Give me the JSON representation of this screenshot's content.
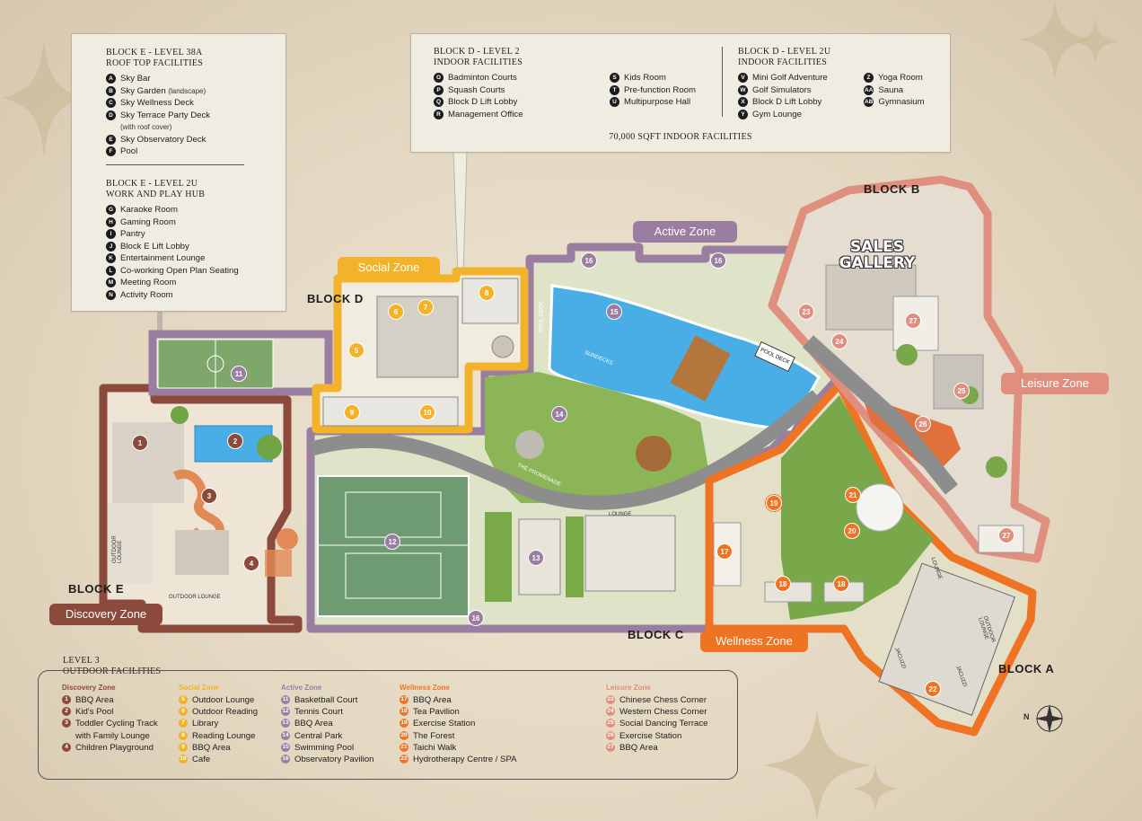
{
  "panel_e": {
    "title1": "BLOCK E - LEVEL 38A",
    "title2": "ROOF TOP FACILITIES",
    "items": [
      {
        "code": "A",
        "label": "Sky Bar"
      },
      {
        "code": "B",
        "label": "Sky Garden",
        "note": "(landscape)"
      },
      {
        "code": "C",
        "label": "Sky Wellness Deck"
      },
      {
        "code": "D",
        "label": "Sky Terrace Party Deck",
        "note": "(with roof cover)"
      },
      {
        "code": "E",
        "label": "Sky Observatory Deck"
      },
      {
        "code": "F",
        "label": "Pool"
      }
    ],
    "title3": "BLOCK E - LEVEL 2U",
    "title4": "WORK AND PLAY HUB",
    "items2": [
      {
        "code": "G",
        "label": "Karaoke Room"
      },
      {
        "code": "H",
        "label": "Gaming Room"
      },
      {
        "code": "I",
        "label": "Pantry"
      },
      {
        "code": "J",
        "label": "Block E Lift Lobby"
      },
      {
        "code": "K",
        "label": "Entertainment Lounge"
      },
      {
        "code": "L",
        "label": "Co-working Open Plan Seating"
      },
      {
        "code": "M",
        "label": "Meeting Room"
      },
      {
        "code": "N",
        "label": "Activity Room"
      }
    ]
  },
  "panel_d": {
    "title1": "BLOCK D - LEVEL 2",
    "title2": "INDOOR FACILITIES",
    "col1": [
      {
        "code": "O",
        "label": "Badminton Courts"
      },
      {
        "code": "P",
        "label": "Squash Courts"
      },
      {
        "code": "Q",
        "label": "Block D Lift Lobby"
      },
      {
        "code": "R",
        "label": "Management Office"
      }
    ],
    "col2": [
      {
        "code": "S",
        "label": "Kids Room"
      },
      {
        "code": "T",
        "label": "Pre-function Room"
      },
      {
        "code": "U",
        "label": "Multipurpose Hall"
      }
    ],
    "title3": "BLOCK D - LEVEL 2U",
    "title4": "INDOOR FACILITIES",
    "col3": [
      {
        "code": "V",
        "label": "Mini Golf Adventure"
      },
      {
        "code": "W",
        "label": "Golf Simulators"
      },
      {
        "code": "X",
        "label": "Block D Lift Lobby"
      },
      {
        "code": "Y",
        "label": "Gym Lounge"
      }
    ],
    "col4": [
      {
        "code": "Z",
        "label": "Yoga Room"
      },
      {
        "code": "AA",
        "label": "Sauna"
      },
      {
        "code": "AB",
        "label": "Gymnasium"
      }
    ],
    "footer": "70,000 SQFT INDOOR FACILITIES"
  },
  "zones": {
    "social": "Social Zone",
    "active": "Active Zone",
    "leisure": "Leisure Zone",
    "discovery": "Discovery Zone",
    "wellness": "Wellness Zone"
  },
  "blocks": {
    "a": "BLOCK A",
    "b": "BLOCK B",
    "c": "BLOCK C",
    "d": "BLOCK D",
    "e": "BLOCK E"
  },
  "sales": {
    "line1": "SALES",
    "line2": "GALLERY"
  },
  "map_labels": {
    "promenade": "THE PROMENADE",
    "pool_deck": "POOL DECK",
    "pool_deck_side": "POOL DECK",
    "sundecks": "SUNDECKS",
    "lounge_c": "LOUNGE",
    "lounge_a": "LOUNGE",
    "outdoor_lounge_a": "OUTDOOR LOUNGE",
    "outdoor_lounge_e1": "OUTDOOR LOUNGE",
    "outdoor_lounge_e2": "OUTDOOR LOUNGE",
    "jacuzzi1": "JACUZZI",
    "jacuzzi2": "JACUZZI"
  },
  "markers": [
    {
      "n": "1",
      "zone": "discovery"
    },
    {
      "n": "2",
      "zone": "discovery"
    },
    {
      "n": "3",
      "zone": "discovery"
    },
    {
      "n": "4",
      "zone": "discovery"
    },
    {
      "n": "5",
      "zone": "social"
    },
    {
      "n": "6",
      "zone": "social"
    },
    {
      "n": "7",
      "zone": "social"
    },
    {
      "n": "8",
      "zone": "social"
    },
    {
      "n": "9",
      "zone": "social"
    },
    {
      "n": "10",
      "zone": "social"
    },
    {
      "n": "11",
      "zone": "active"
    },
    {
      "n": "12",
      "zone": "active"
    },
    {
      "n": "13",
      "zone": "active"
    },
    {
      "n": "14",
      "zone": "active"
    },
    {
      "n": "15",
      "zone": "active"
    },
    {
      "n": "16",
      "zone": "active"
    },
    {
      "n": "16",
      "zone": "active"
    },
    {
      "n": "16",
      "zone": "active"
    },
    {
      "n": "17",
      "zone": "wellness"
    },
    {
      "n": "18",
      "zone": "wellness"
    },
    {
      "n": "18",
      "zone": "wellness"
    },
    {
      "n": "19",
      "zone": "wellness"
    },
    {
      "n": "20",
      "zone": "wellness"
    },
    {
      "n": "21",
      "zone": "wellness"
    },
    {
      "n": "22",
      "zone": "wellness"
    },
    {
      "n": "23",
      "zone": "leisure"
    },
    {
      "n": "24",
      "zone": "leisure"
    },
    {
      "n": "25",
      "zone": "leisure"
    },
    {
      "n": "26",
      "zone": "leisure"
    },
    {
      "n": "27",
      "zone": "leisure"
    },
    {
      "n": "27",
      "zone": "leisure"
    }
  ],
  "legend": {
    "title1": "LEVEL 3",
    "title2": "OUTDOOR FACILITIES",
    "groups": [
      {
        "name": "Discovery Zone",
        "color": "#8b4a3b",
        "items": [
          {
            "n": "1",
            "label": "BBQ Area"
          },
          {
            "n": "2",
            "label": "Kid's Pool"
          },
          {
            "n": "3",
            "label": "Toddler Cycling Track with Family Lounge"
          },
          {
            "n": "4",
            "label": "Children Playground"
          }
        ]
      },
      {
        "name": "Social Zone",
        "color": "#f2b32a",
        "items": [
          {
            "n": "5",
            "label": "Outdoor Lounge"
          },
          {
            "n": "6",
            "label": "Outdoor Reading"
          },
          {
            "n": "7",
            "label": "Library"
          },
          {
            "n": "8",
            "label": "Reading Lounge"
          },
          {
            "n": "9",
            "label": "BBQ Area"
          },
          {
            "n": "10",
            "label": "Cafe"
          }
        ]
      },
      {
        "name": "Active Zone",
        "color": "#9a7ea1",
        "items": [
          {
            "n": "11",
            "label": "Basketball Court"
          },
          {
            "n": "12",
            "label": "Tennis Court"
          },
          {
            "n": "13",
            "label": "BBQ Area"
          },
          {
            "n": "14",
            "label": "Central Park"
          },
          {
            "n": "15",
            "label": "Swimming Pool"
          },
          {
            "n": "16",
            "label": "Observatory Pavilion"
          }
        ]
      },
      {
        "name": "Wellness  Zone",
        "color": "#ee7424",
        "items": [
          {
            "n": "17",
            "label": "BBQ Area"
          },
          {
            "n": "18",
            "label": "Tea Pavilion"
          },
          {
            "n": "19",
            "label": "Exercise Station"
          },
          {
            "n": "20",
            "label": "The Forest"
          },
          {
            "n": "21",
            "label": "Taichi Walk"
          },
          {
            "n": "22",
            "label": "Hydrotherapy Centre / SPA"
          }
        ]
      },
      {
        "name": "Leisure Zone",
        "color": "#e08f7e",
        "items": [
          {
            "n": "23",
            "label": "Chinese Chess Corner"
          },
          {
            "n": "24",
            "label": "Western Chess Corner"
          },
          {
            "n": "25",
            "label": "Social Dancing Terrace"
          },
          {
            "n": "26",
            "label": "Exercise Station"
          },
          {
            "n": "27",
            "label": "BBQ Area"
          }
        ]
      }
    ]
  },
  "compass": {
    "label": "N"
  },
  "colors": {
    "discovery": "#8b4a3b",
    "social": "#f2b32a",
    "active": "#9a7ea1",
    "wellness": "#ee7424",
    "leisure": "#e08f7e",
    "water": "#4aaee6",
    "grass": "#7aaa48"
  }
}
